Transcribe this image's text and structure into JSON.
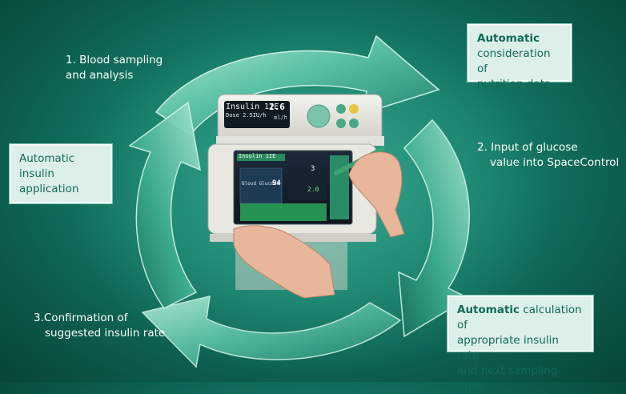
{
  "steps": {
    "step1": {
      "line1": "1. Blood sampling",
      "line2": "and analysis"
    },
    "step2": {
      "line1": "2. Input of glucose",
      "line2": "value into SpaceControl"
    },
    "step3": {
      "line1": "3.Confirmation of",
      "line2": "suggested insulin rate"
    }
  },
  "boxes": {
    "nutrition": {
      "strong": "Automatic",
      "line2": "consideration of",
      "line3": "nutrition data"
    },
    "insulin_application": {
      "line1": "Automatic",
      "line2": "insulin",
      "line3": "application"
    },
    "calculation": {
      "strong": "Automatic",
      "rest1": " calculation of",
      "line2": "appropriate insulin rate",
      "line3": "and next sampling time"
    }
  },
  "device": {
    "pump_drug": "Insulin 1IE",
    "pump_rate": "2.6",
    "pump_rate_unit": "ml/h",
    "pump_dose": "Dose 2.5IU/h",
    "screen_title": "Insulin 1IE",
    "screen_value_label": "Blood Glucose",
    "screen_value": "94",
    "screen_rate": "3",
    "screen_rate2": "2.0"
  },
  "colors": {
    "background": "#177f6a",
    "arrow_light": "#9fe0cd",
    "arrow_dark": "#1f8a73",
    "box_fill": "#dcefe9",
    "box_text": "#126a58",
    "label_text": "#ffffff"
  },
  "icons": [
    "cycle-arrow",
    "pump-device",
    "touchscreen",
    "stylus-icon",
    "hand-icon"
  ]
}
